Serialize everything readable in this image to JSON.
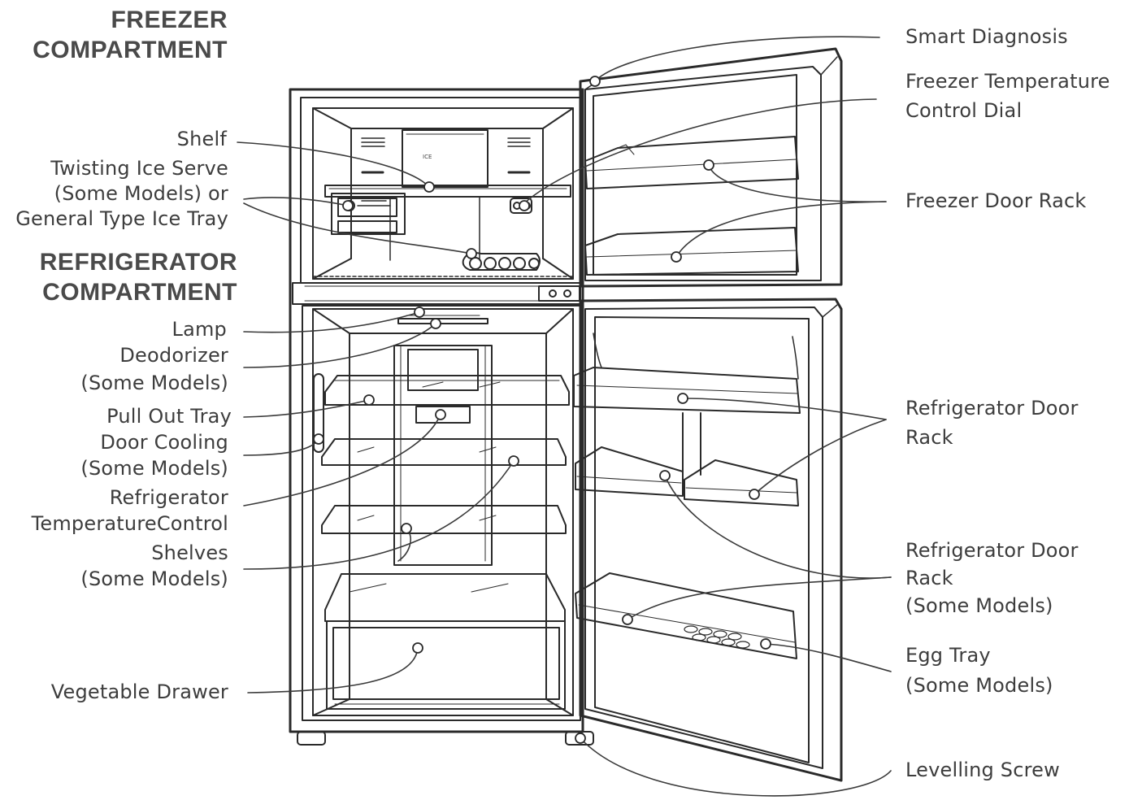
{
  "headings": {
    "freezer": [
      "FREEZER",
      "COMPARTMENT"
    ],
    "refrigerator": [
      "REFRIGERATOR",
      "COMPARTMENT"
    ]
  },
  "left_labels": {
    "shelf": [
      "Shelf"
    ],
    "ice_serve": [
      "Twisting Ice Serve",
      "(Some Models) or",
      "General Type Ice Tray"
    ],
    "lamp": [
      "Lamp"
    ],
    "deodorizer": [
      "Deodorizer",
      "(Some Models)"
    ],
    "pull_out_tray": [
      "Pull Out Tray"
    ],
    "door_cooling": [
      "Door Cooling",
      "(Some Models)"
    ],
    "temp_control": [
      "Refrigerator",
      "TemperatureControl"
    ],
    "shelves": [
      "Shelves",
      "(Some Models)"
    ],
    "vegetable_drawer": [
      "Vegetable Drawer"
    ]
  },
  "right_labels": {
    "smart_diagnosis": [
      "Smart Diagnosis"
    ],
    "freezer_dial": [
      "Freezer Temperature",
      "Control Dial"
    ],
    "freezer_door_rack": [
      "Freezer Door Rack"
    ],
    "fridge_door_rack": [
      "Refrigerator Door",
      "Rack"
    ],
    "fridge_door_rack_some": [
      "Refrigerator Door",
      "Rack",
      "(Some Models)"
    ],
    "egg_tray": [
      "Egg Tray",
      "(Some Models)"
    ],
    "levelling_screw": [
      "Levelling Screw"
    ]
  }
}
